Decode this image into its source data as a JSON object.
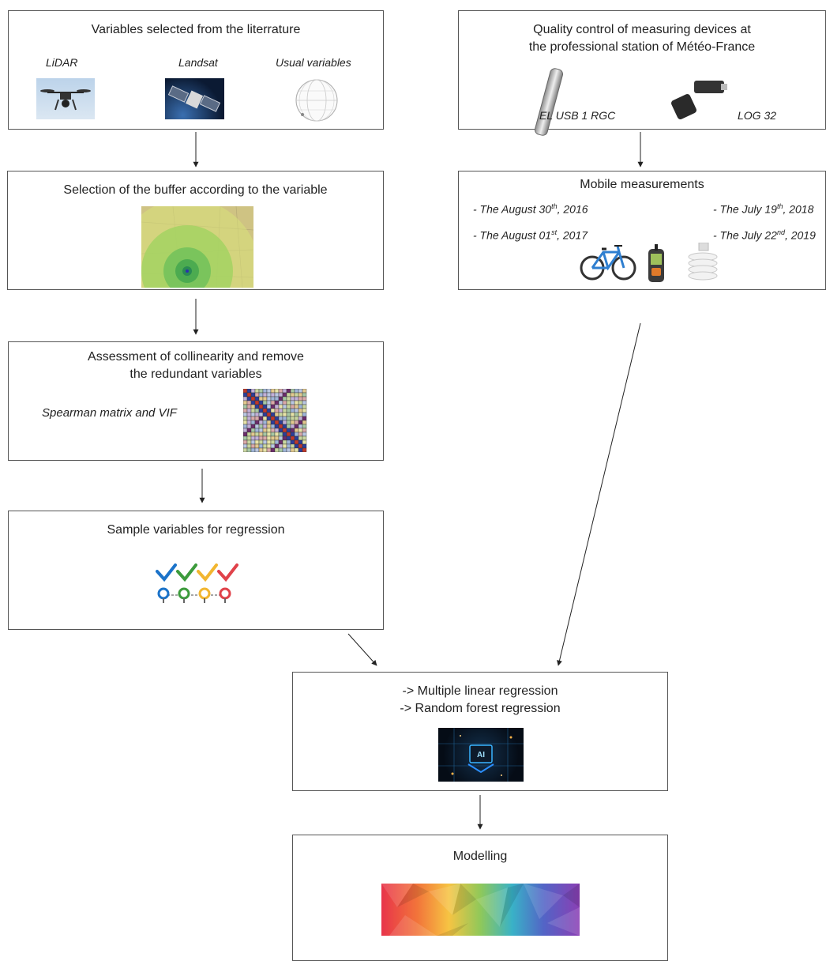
{
  "boxes": {
    "variables": {
      "title": "Variables selected from the literrature",
      "items": [
        {
          "label": "LiDAR",
          "icon": "drone-icon"
        },
        {
          "label": "Landsat",
          "icon": "satellite-icon"
        },
        {
          "label": "Usual variables",
          "icon": "globe-icon"
        }
      ]
    },
    "quality": {
      "title_line1": "Quality control of measuring devices at",
      "title_line2": "the professional station of Météo-France",
      "devices": [
        {
          "label": "EL USB 1 RGC",
          "icon": "usb-logger-icon"
        },
        {
          "label": "LOG 32",
          "icon": "log32-logger-icon"
        }
      ]
    },
    "buffer": {
      "title": "Selection of the buffer according to the variable",
      "image": "buffer-map-image"
    },
    "mobile": {
      "title": "Mobile measurements",
      "dates": [
        {
          "prefix": "- The August 30",
          "sup": "th",
          "suffix": ", 2016"
        },
        {
          "prefix": "- The August 01",
          "sup": "st",
          "suffix": ", 2017"
        },
        {
          "prefix": "- The July 19",
          "sup": "th",
          "suffix": ", 2018"
        },
        {
          "prefix": "- The July 22",
          "sup": "nd",
          "suffix": ", 2019"
        }
      ]
    },
    "collinearity": {
      "title_line1": "Assessment of collinearity and remove",
      "title_line2": "the redundant variables",
      "label": "Spearman matrix and VIF",
      "image": "correlation-matrix-image"
    },
    "sample": {
      "title": "Sample variables for regression",
      "icon": "checklist-icon"
    },
    "regression": {
      "line1": "-> Multiple linear regression",
      "line2": "-> Random forest regression",
      "image": "ai-chip-image"
    },
    "modelling": {
      "title": "Modelling",
      "image": "gradient-map-image"
    }
  },
  "colors": {
    "border": "#555555",
    "arrow": "#222222",
    "check_colors": [
      "#1b73c9",
      "#3c9b3c",
      "#f2b630",
      "#e0424a"
    ]
  }
}
